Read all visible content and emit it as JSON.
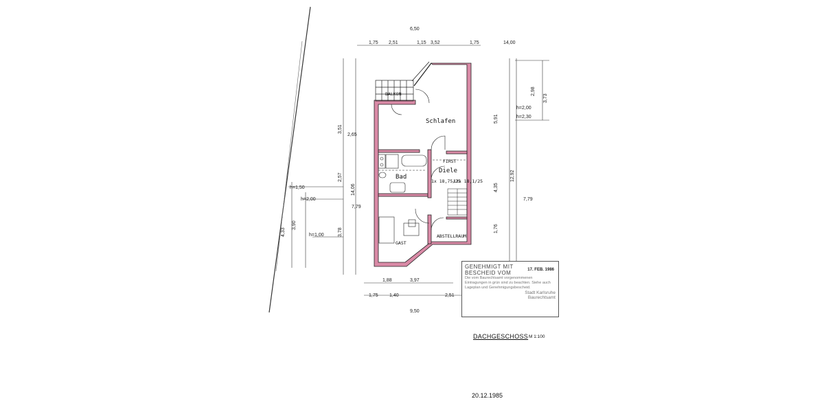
{
  "rooms": {
    "balcony": "BALKON",
    "bedroom": "Schlafen",
    "ridge": "FIRST",
    "hall": "Diele",
    "bath": "Bad",
    "guest": "GAST",
    "storage": "ABSTELLRAUM",
    "stair_left": "1x 18,75/25",
    "stair_right": "13x 18,1/25"
  },
  "dimensions": {
    "top": [
      "6,50",
      "1,75",
      "2,51",
      "1,15",
      "3,52",
      "1,75",
      "14,00"
    ],
    "left": [
      "2,65",
      "3,51",
      "14,06",
      "2,57",
      "3,78",
      "4,33",
      "3,90",
      "h=1,50",
      "h=2,00",
      "h=1,00",
      "7,79"
    ],
    "right": [
      "2,98",
      "3,73",
      "h=2,00",
      "h=2,30",
      "5,91",
      "4,35",
      "12,92",
      "7,79",
      "1,76"
    ],
    "bottom": [
      "1,88",
      "3,97",
      "1,40",
      "2,51",
      "1,75",
      "9,50"
    ]
  },
  "stamp": {
    "heading1": "GENEHMIGT MIT",
    "heading2": "BESCHEID VOM",
    "date": "17. FEB. 1986",
    "body": "Die vom Baurechtsamt vorgenommenen Eintragungen in grün sind zu beachten. Siehe auch Lageplan und Genehmigungsbescheid.",
    "city": "Stadt Karlsruhe",
    "office": "Baurechtsamt"
  },
  "sheet": {
    "title": "DACHGESCHOSS",
    "scale": "M 1:100",
    "date": "20.12.1985"
  },
  "colors": {
    "wall": "#d98aa6",
    "line": "#222222"
  }
}
